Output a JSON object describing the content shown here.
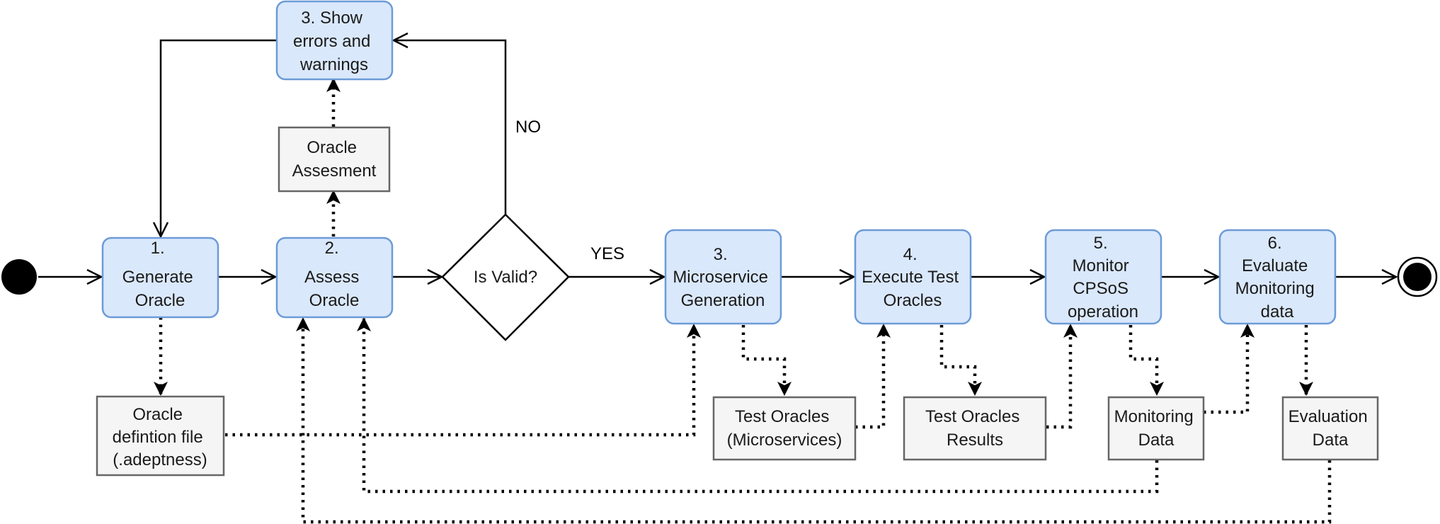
{
  "diagram": {
    "activities": {
      "show_errors": [
        "3. Show",
        "errors and",
        "warnings"
      ],
      "generate": [
        "1.",
        "Generate",
        "Oracle"
      ],
      "assess": [
        "2.",
        "Assess",
        "Oracle"
      ],
      "microservice": [
        "3.",
        "Microservice",
        "Generation"
      ],
      "execute": [
        "4.",
        "Execute Test",
        "Oracles"
      ],
      "monitor": [
        "5.",
        "Monitor",
        "CPSoS",
        "operation"
      ],
      "evaluate": [
        "6.",
        "Evaluate",
        "Monitoring",
        "data"
      ]
    },
    "decision": {
      "label": "Is Valid?",
      "yes_label": "YES",
      "no_label": "NO"
    },
    "artifacts": {
      "oracle_assessment": [
        "Oracle",
        "Assesment"
      ],
      "definition_file": [
        "Oracle",
        "defintion file",
        "(.adeptness)"
      ],
      "test_oracles_ms": [
        "Test Oracles",
        "(Microservices)"
      ],
      "test_results": [
        "Test Oracles",
        "Results"
      ],
      "monitoring_data": [
        "Monitoring",
        "Data"
      ],
      "evaluation_data": [
        "Evaluation",
        "Data"
      ]
    },
    "colors": {
      "activity_fill": "#dae8fc",
      "activity_stroke": "#6c9bd7",
      "artifact_fill": "#f5f5f5",
      "artifact_stroke": "#666666",
      "line": "#000000"
    }
  }
}
